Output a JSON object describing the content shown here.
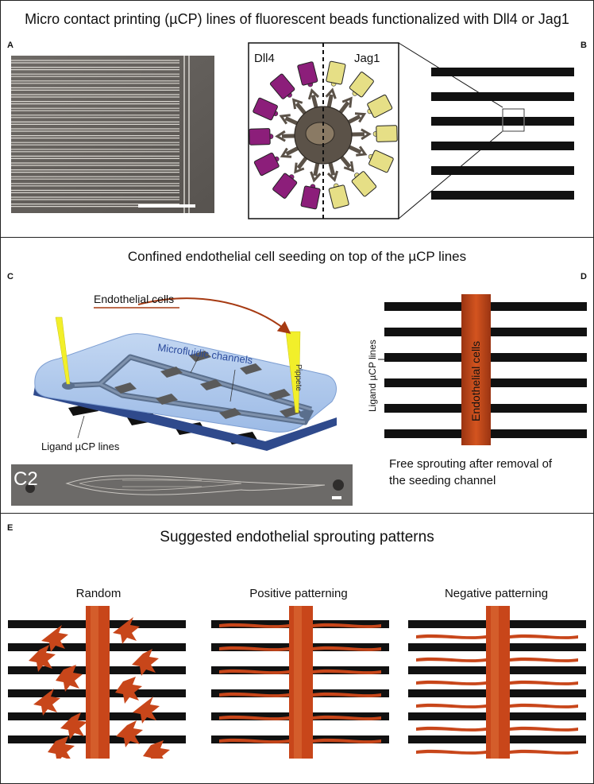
{
  "section1": {
    "title": "Micro contact printing (µCP) lines of fluorescent beads functionalized with Dll4 or Jag1",
    "panel_a": "A",
    "panel_b": "B",
    "dll4_label": "Dll4",
    "jag1_label": "Jag1",
    "colors": {
      "dll4": "#8c1e7a",
      "jag1": "#e6df86",
      "cell": "#5b5248",
      "line": "#111111"
    }
  },
  "section2": {
    "title": "Confined endothelial cell seeding on top of the µCP lines",
    "panel_c": "C",
    "panel_d": "D",
    "endothelial_cells": "Endothelial cells",
    "microfluidic_channels": "Microfluidic channels",
    "pipette": "Pippete",
    "ligand_lines": "Ligand µCP lines",
    "c2_label": "C2",
    "d_ligand_label": "Ligand µCP lines",
    "d_cells_label": "Endothelial cells",
    "free_sprouting": "Free sprouting after removal of the seeding channel",
    "colors": {
      "vessel": "#c8461a",
      "chip": "#a9c6ec",
      "chip_base": "#2f4a8c",
      "pipette": "#f2ef2a",
      "arrow": "#a63a12"
    }
  },
  "section3": {
    "panel_e": "E",
    "title": "Suggested endothelial sprouting patterns",
    "patterns": [
      {
        "label": "Random"
      },
      {
        "label": "Positive patterning"
      },
      {
        "label": "Negative patterning"
      }
    ]
  }
}
